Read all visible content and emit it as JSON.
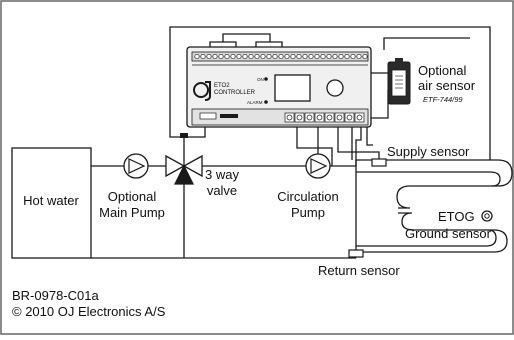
{
  "labels": {
    "hot_water": "Hot water",
    "optional_main_pump": [
      "Optional",
      "Main Pump"
    ],
    "three_way_valve": [
      "3 way",
      "valve"
    ],
    "circulation_pump": [
      "Circulation",
      "Pump"
    ],
    "supply_sensor": "Supply sensor",
    "return_sensor": "Return sensor",
    "etog": "ETOG",
    "ground_sensor": "Ground sensor",
    "optional_air_sensor": [
      "Optional",
      "air sensor"
    ],
    "air_sensor_model": "ETF-744/99"
  },
  "controller": {
    "model": "ETO2",
    "name": "CONTROLLER",
    "on_indicator": "ON",
    "alarm_indicator": "ALARM"
  },
  "footer": {
    "doc_id": "BR-0978-C01a",
    "copyright": "© 2010 OJ Electronics A/S"
  },
  "colors": {
    "line": "#1a1a1a",
    "border": "#666666",
    "controller_body": "#f0f0f0",
    "display": "#ffffff",
    "sensor_body": "#2a2a2a"
  },
  "icons": {
    "pump": "pump-icon",
    "valve": "three-way-valve-icon",
    "controller_logo": "oj-logo-icon",
    "thermostat": "etog-thermostat-icon"
  }
}
